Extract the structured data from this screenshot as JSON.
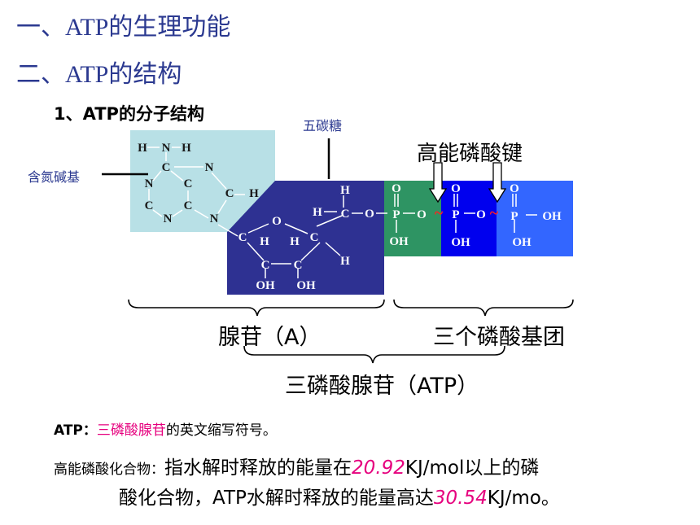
{
  "heading1": "一、ATP的生理功能",
  "heading2": "二、ATP的结构",
  "subheading": "1、ATP的分子结构",
  "labels": {
    "sugar": "五碳糖",
    "base": "含氮碱基",
    "bond": "高能磷酸键",
    "adenosine": "腺苷（A）",
    "phosphates": "三个磷酸基团",
    "atp": "三磷酸腺苷（ATP）"
  },
  "atoms": {
    "H": "H",
    "N": "N",
    "C": "C",
    "O": "O",
    "P": "P",
    "OH": "OH",
    "tilde": "~"
  },
  "colors": {
    "base_bg": "#b8e0e6",
    "sugar_bg": "#2e3192",
    "phosphate1": "#2e9463",
    "phosphate2": "#0000ee",
    "phosphate3": "#3366ff",
    "tilde": "#ff2020",
    "accent_pink": "#e6007e",
    "heading_blue": "#2b3990"
  },
  "note": {
    "prefix": "ATP：",
    "highlight": "三磷酸腺苷",
    "suffix": "的英文缩写符号。"
  },
  "description": {
    "term": "高能磷酸化合物：",
    "line1_a": "指水解时释放的能量在",
    "value1": "20.92",
    "line1_b": "KJ/mol以上的磷",
    "line2_a": "酸化合物，ATP水解时释放的能量高达",
    "value2": "30.54",
    "line2_b": "KJ/mo。"
  }
}
